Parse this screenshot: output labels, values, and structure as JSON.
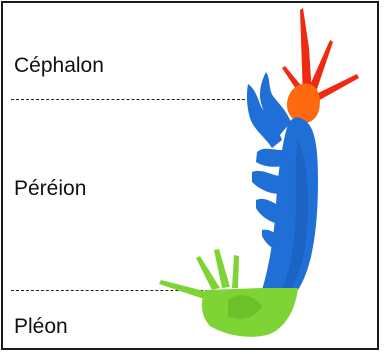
{
  "regions": {
    "cephalon": {
      "label": "Céphalon",
      "color": "#f5520f"
    },
    "pereion": {
      "label": "Péréion",
      "color": "#1f6fd6"
    },
    "pleon": {
      "label": "Pléon",
      "color": "#7fd435"
    }
  },
  "colors": {
    "antenna": "#ee2a10",
    "head": "#ff6a10",
    "body": "#1f6fd6",
    "body_dark": "#1756ad",
    "tail": "#7fd435",
    "tail_dark": "#5cb020",
    "border": "#1a1a1a"
  }
}
